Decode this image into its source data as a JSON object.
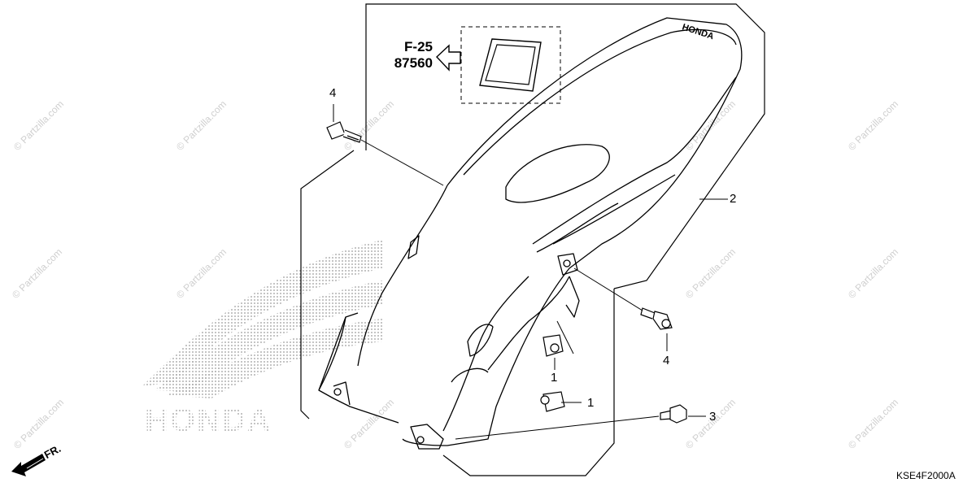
{
  "reference": {
    "line1": "F-25",
    "line2": "87560"
  },
  "callouts": [
    "1",
    "1",
    "2",
    "3",
    "4",
    "4"
  ],
  "front_label": "FR.",
  "diagram_code": "KSE4F2000A",
  "watermark": "© Partzilla.com",
  "logo_text": "HONDA",
  "fender_decal": "HONDA",
  "icons": {
    "direction_arrow": "arrow-left-outline-icon",
    "front_arrow": "front-direction-arrow-icon"
  }
}
